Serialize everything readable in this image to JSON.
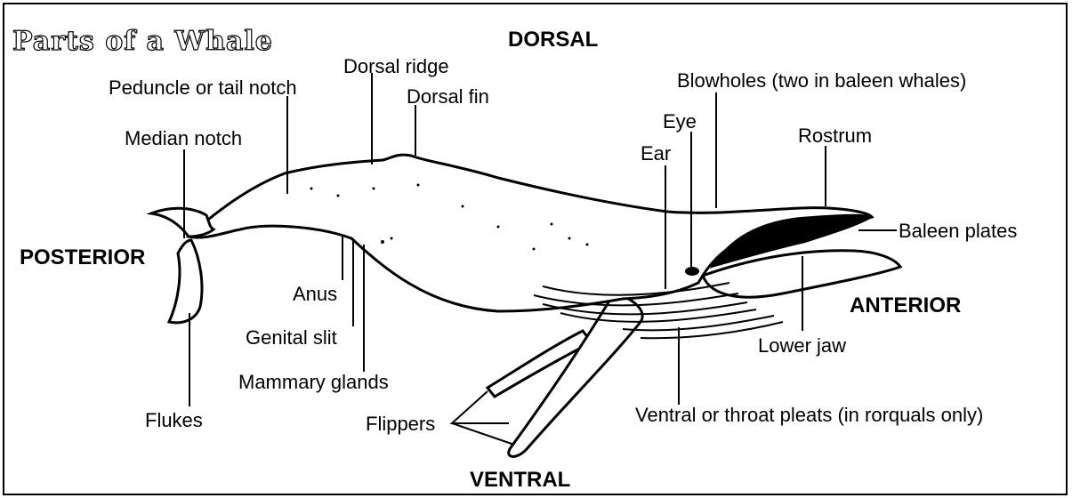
{
  "title": "Parts of a Whale",
  "directions": {
    "dorsal": "DORSAL",
    "ventral": "VENTRAL",
    "posterior": "POSTERIOR",
    "anterior": "ANTERIOR"
  },
  "labels": {
    "dorsal_ridge": "Dorsal ridge",
    "peduncle": "Peduncle or tail notch",
    "dorsal_fin": "Dorsal fin",
    "median_notch": "Median notch",
    "blowholes": "Blowholes (two in baleen whales)",
    "eye": "Eye",
    "ear": "Ear",
    "rostrum": "Rostrum",
    "baleen_plates": "Baleen plates",
    "lower_jaw": "Lower jaw",
    "anus": "Anus",
    "genital_slit": "Genital slit",
    "mammary_glands": "Mammary glands",
    "flukes": "Flukes",
    "flippers": "Flippers",
    "throat_pleats": "Ventral or throat pleats (in rorquals only)"
  }
}
